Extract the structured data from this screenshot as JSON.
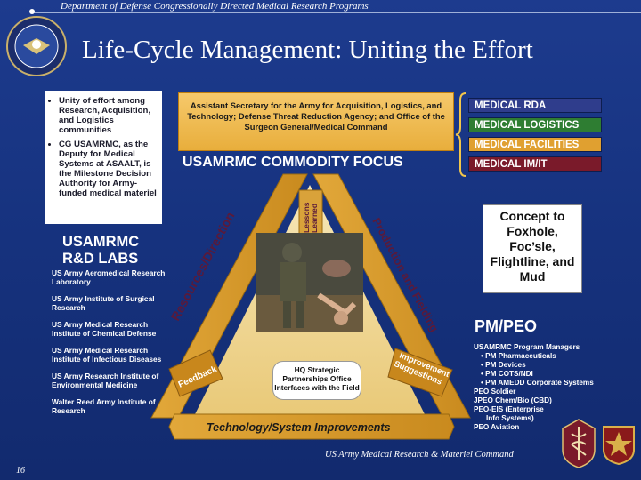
{
  "header": {
    "org": "Department of Defense Congressionally Directed Medical Research Programs"
  },
  "title": "Life-Cycle Management: Uniting the Effort",
  "left_bullets": [
    "Unity of effort among Research, Acquisition, and Logistics communities",
    "CG USAMRMC, as the Deputy for Medical Systems at ASAALT, is the Milestone Decision Authority for Army-funded medical materiel"
  ],
  "labs": {
    "title_line1": "USAMRMC",
    "title_line2": "R&D LABS",
    "items": [
      "US Army Aeromedical Research Laboratory",
      "US Army Institute of Surgical Research",
      "US Army Medical Research Institute of Chemical Defense",
      "US Army Medical Research Institute of Infectious Diseases",
      "US Army Research Institute of Environmental Medicine",
      "Walter Reed Army Institute of Research"
    ]
  },
  "agency_box": "Assistant Secretary for the Army for Acquisition, Logistics, and Technology; Defense Threat Reduction Agency; and Office of the Surgeon General/Medical Command",
  "commodity_focus": "USAMRMC COMMODITY FOCUS",
  "medical_bars": [
    {
      "label": "MEDICAL RDA",
      "color": "#2f3d8c"
    },
    {
      "label": "MEDICAL LOGISTICS",
      "color": "#2e7d32"
    },
    {
      "label": "MEDICAL FACILITIES",
      "color": "#e0a030"
    },
    {
      "label": "MEDICAL IM/IT",
      "color": "#7a1a2a"
    }
  ],
  "concept_box": "Concept to Foxhole, Foc’sle, Flightline, and Mud",
  "triangle": {
    "left_edge": "Resources/Direction",
    "right_edge": "Production and Fielding",
    "top_label": "Lessons Learned",
    "bottom_edge": "Technology/System Improvements",
    "feedback": "Feedback",
    "improvement": "Improvement Suggestions",
    "hq_box": "HQ Strategic Partnerships Office Interfaces with the Field"
  },
  "pmpeo": {
    "title": "PM/PEO",
    "lines": [
      {
        "text": "USAMRMC Program Managers",
        "indent": 0
      },
      {
        "text": "• PM Pharmaceuticals",
        "indent": 1
      },
      {
        "text": "• PM Devices",
        "indent": 1
      },
      {
        "text": "• PM COTS/NDI",
        "indent": 1
      },
      {
        "text": "• PM AMEDD Corporate Systems",
        "indent": 1
      },
      {
        "text": "PEO Soldier",
        "indent": 0
      },
      {
        "text": "JPEO Chem/Bio (CBD)",
        "indent": 0
      },
      {
        "text": "PEO-EIS (Enterprise",
        "indent": 0
      },
      {
        "text": "Info Systems)",
        "indent": 2
      },
      {
        "text": "PEO Aviation",
        "indent": 0
      }
    ]
  },
  "footer": "US Army Medical Research & Materiel Command",
  "page_number": "16"
}
